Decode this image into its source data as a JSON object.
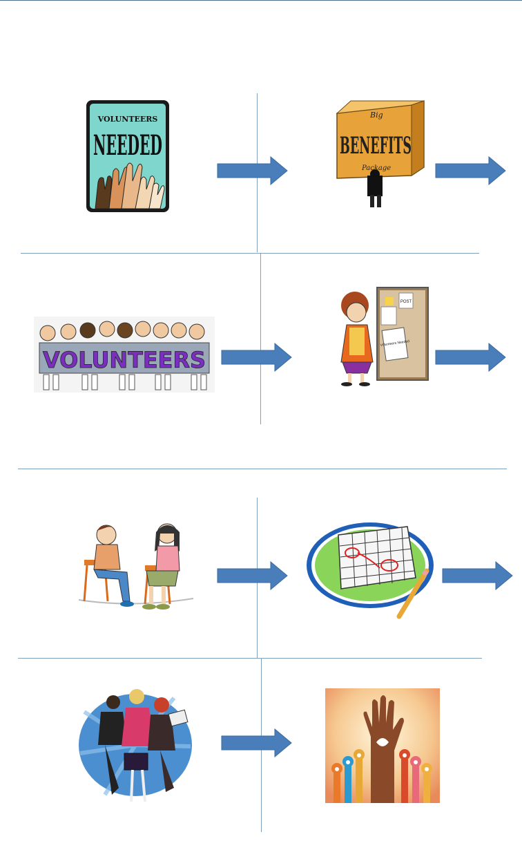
{
  "colors": {
    "top_rule": "#4f6f8f",
    "divider": "#7fa0bd",
    "arrow_fill": "#4a7ebb",
    "arrow_stroke": "#3a6aa0"
  },
  "steps": [
    {
      "id": "volunteers-needed",
      "icon": "raised-hands-icon",
      "lines": [
        "VOLUNTEERS",
        "NEEDED"
      ]
    },
    {
      "id": "benefits-package",
      "icon": "box-carrier-icon",
      "lines": [
        "Big",
        "BENEFITS",
        "Package"
      ]
    },
    {
      "id": "volunteers-group",
      "icon": "group-of-people-icon",
      "lines": [
        "VOLUNTEERS"
      ]
    },
    {
      "id": "bulletin-board",
      "icon": "bulletin-board-icon",
      "lines": [
        "POST",
        "Volunteers Needed"
      ]
    },
    {
      "id": "interview",
      "icon": "two-people-talking-icon",
      "lines": []
    },
    {
      "id": "calendar",
      "icon": "calendar-icon",
      "lines": []
    },
    {
      "id": "busy-workers",
      "icon": "busy-women-icon",
      "lines": []
    },
    {
      "id": "helping-hands",
      "icon": "hands-with-hearts-icon",
      "lines": []
    }
  ]
}
